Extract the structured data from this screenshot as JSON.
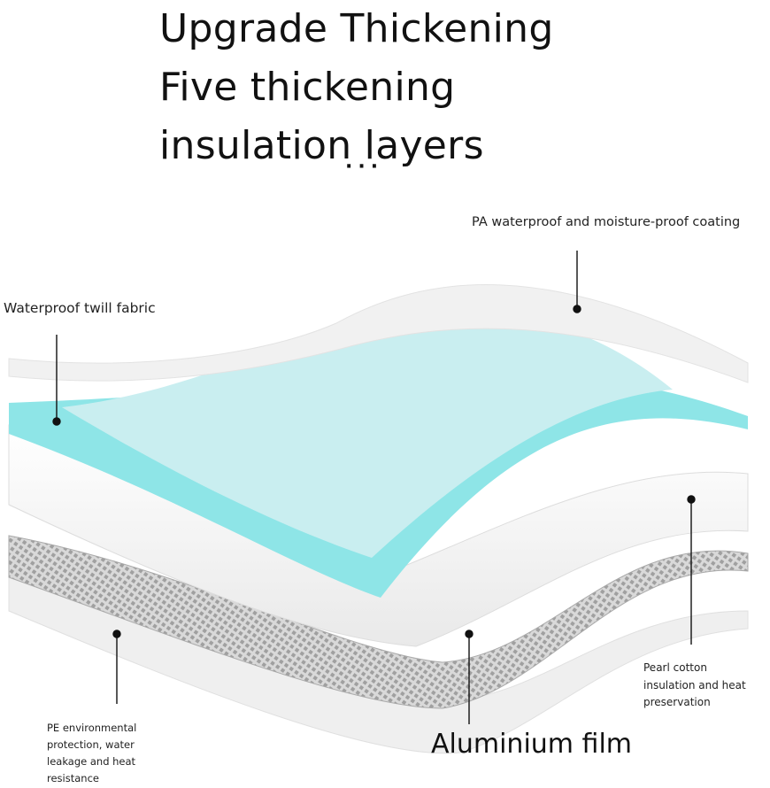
{
  "headline": {
    "line1": "Upgrade Thickening",
    "line2": "Five thickening",
    "line3": "insulation layers"
  },
  "dots": "···",
  "layers": {
    "pa_coating": "PA waterproof and moisture-proof coating",
    "twill_fabric": "Waterproof twill fabric",
    "pearl_cotton": "Pearl cotton insulation and heat preservation",
    "pe_protection": "PE environmental protection, water leakage and heat resistance",
    "aluminium_film": "Aluminium film"
  },
  "colors": {
    "twill": "#8fe6e8",
    "twill_inner": "#c6ecee",
    "white_layer": "#f3f3f3",
    "mesh": "#b9b9b9",
    "leader": "#111111"
  }
}
